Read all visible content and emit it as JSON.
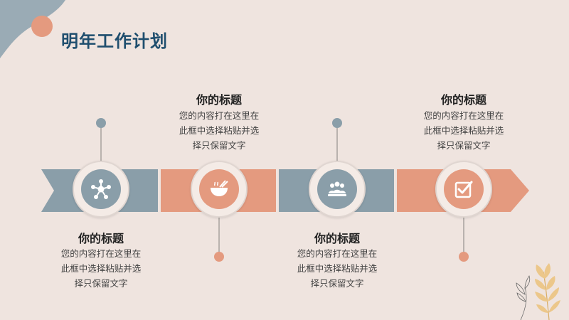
{
  "slide": {
    "title": "明年工作计划"
  },
  "colors": {
    "title": "#1f4e6e",
    "blue_gray": "#8a9ea9",
    "salmon": "#e49a7f",
    "background": "#efe4df",
    "dot_gray": "#8a9ea9",
    "dot_salmon": "#e49a7f"
  },
  "steps": [
    {
      "heading": "你的标题",
      "lines": [
        "您的内容打在这里在",
        "此框中选择粘贴并选",
        "择只保留文字"
      ],
      "icon": "network-icon"
    },
    {
      "heading": "你的标题",
      "lines": [
        "您的内容打在这里在",
        "此框中选择粘贴并选",
        "择只保留文字"
      ],
      "icon": "bowl-icon"
    },
    {
      "heading": "你的标题",
      "lines": [
        "您的内容打在这里在",
        "此框中选择粘贴并选",
        "择只保留文字"
      ],
      "icon": "team-icon"
    },
    {
      "heading": "你的标题",
      "lines": [
        "您的内容打在这里在",
        "此框中选择粘贴并选",
        "择只保留文字"
      ],
      "icon": "checkbox-icon"
    }
  ]
}
